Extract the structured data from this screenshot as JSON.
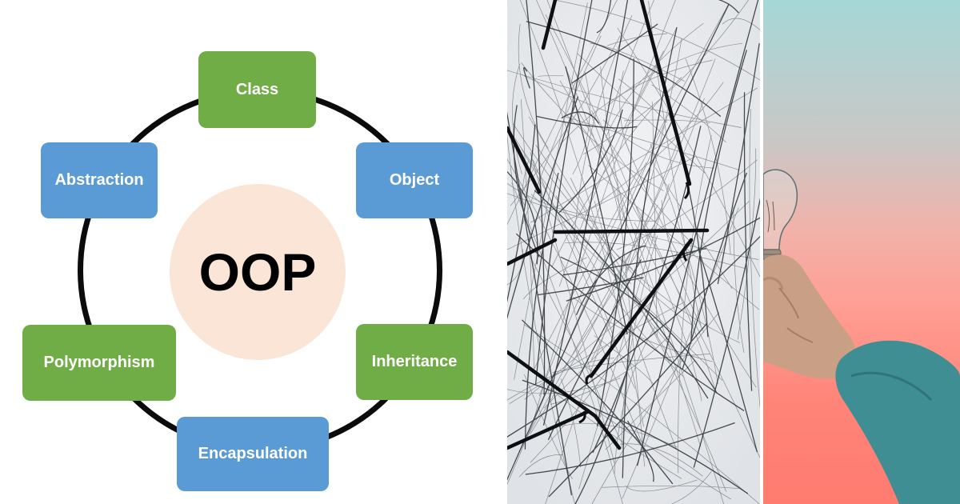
{
  "diagram": {
    "center_label": "OOP",
    "nodes": [
      {
        "label": "Class",
        "color": "#70ad47"
      },
      {
        "label": "Object",
        "color": "#5b9bd5"
      },
      {
        "label": "Inheritance",
        "color": "#70ad47"
      },
      {
        "label": "Encapsulation",
        "color": "#5b9bd5"
      },
      {
        "label": "Polymorphism",
        "color": "#70ad47"
      },
      {
        "label": "Abstraction",
        "color": "#5b9bd5"
      }
    ],
    "ring_color": "#0b0b0b",
    "center_color": "#fbe5d6"
  },
  "photos": [
    {
      "subject": "tangled black strings against a pale sky"
    },
    {
      "subject": "hand holding a light bulb against a teal-to-coral sky"
    }
  ]
}
